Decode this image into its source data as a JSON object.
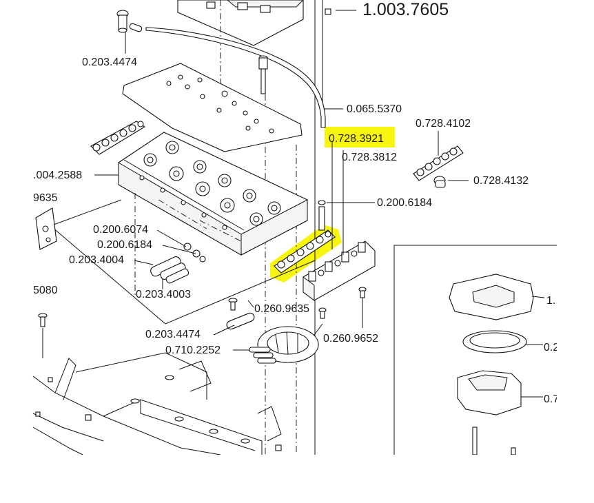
{
  "diagram": {
    "main_part_number": "1.003.7605",
    "callouts": [
      {
        "id": "c1",
        "text": "0.203.4474"
      },
      {
        "id": "c2",
        "text": "0.065.5370"
      },
      {
        "id": "c3",
        "text": "0.728.3921"
      },
      {
        "id": "c4",
        "text": "0.728.4102"
      },
      {
        "id": "c5",
        "text": "0.728.3812"
      },
      {
        "id": "c6",
        "text": ".004.2588"
      },
      {
        "id": "c7",
        "text": "0.728.4132"
      },
      {
        "id": "c8",
        "text": "9635"
      },
      {
        "id": "c9",
        "text": "0.200.6184"
      },
      {
        "id": "c10",
        "text": "0.200.6074"
      },
      {
        "id": "c11",
        "text": "0.200.6184"
      },
      {
        "id": "c12",
        "text": "0.203.4004"
      },
      {
        "id": "c13",
        "text": "0.203.4003"
      },
      {
        "id": "c14",
        "text": "5080"
      },
      {
        "id": "c15",
        "text": "0.260.9635"
      },
      {
        "id": "c16",
        "text": "0.203.4474"
      },
      {
        "id": "c17",
        "text": "0.260.9652"
      },
      {
        "id": "c18",
        "text": "0.710.2252"
      },
      {
        "id": "c19",
        "text": "1."
      },
      {
        "id": "c20",
        "text": "0.2"
      },
      {
        "id": "c21",
        "text": "0.7"
      }
    ],
    "highlighted_callout": "0.728.3921",
    "colors": {
      "highlight": "#f7f300",
      "ink": "#111111",
      "background": "#ffffff"
    }
  }
}
